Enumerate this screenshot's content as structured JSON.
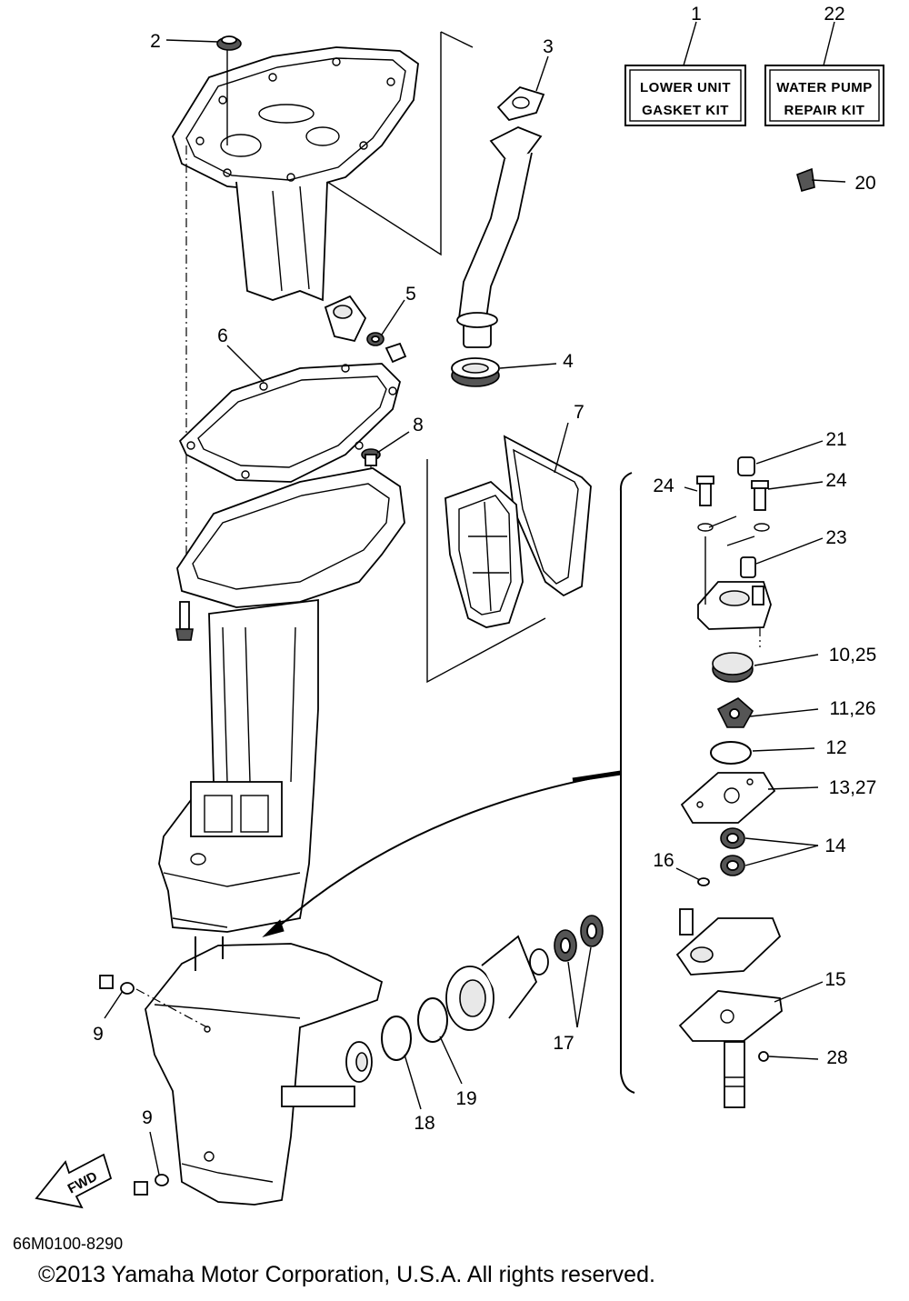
{
  "diagram": {
    "callouts": [
      "1",
      "2",
      "3",
      "4",
      "5",
      "6",
      "7",
      "8",
      "9",
      "9",
      "10,25",
      "11,26",
      "12",
      "13,27",
      "14",
      "15",
      "16",
      "17",
      "18",
      "19",
      "20",
      "21",
      "22",
      "23",
      "24",
      "24",
      "28"
    ],
    "kits": [
      {
        "id": "1",
        "line1": "LOWER UNIT",
        "line2": "GASKET KIT"
      },
      {
        "id": "22",
        "line1": "WATER PUMP",
        "line2": "REPAIR KIT"
      }
    ],
    "fwd_label": "FWD",
    "ref_code": "66M0100-8290",
    "copyright": "©2013 Yamaha Motor Corporation, U.S.A. All rights reserved."
  }
}
